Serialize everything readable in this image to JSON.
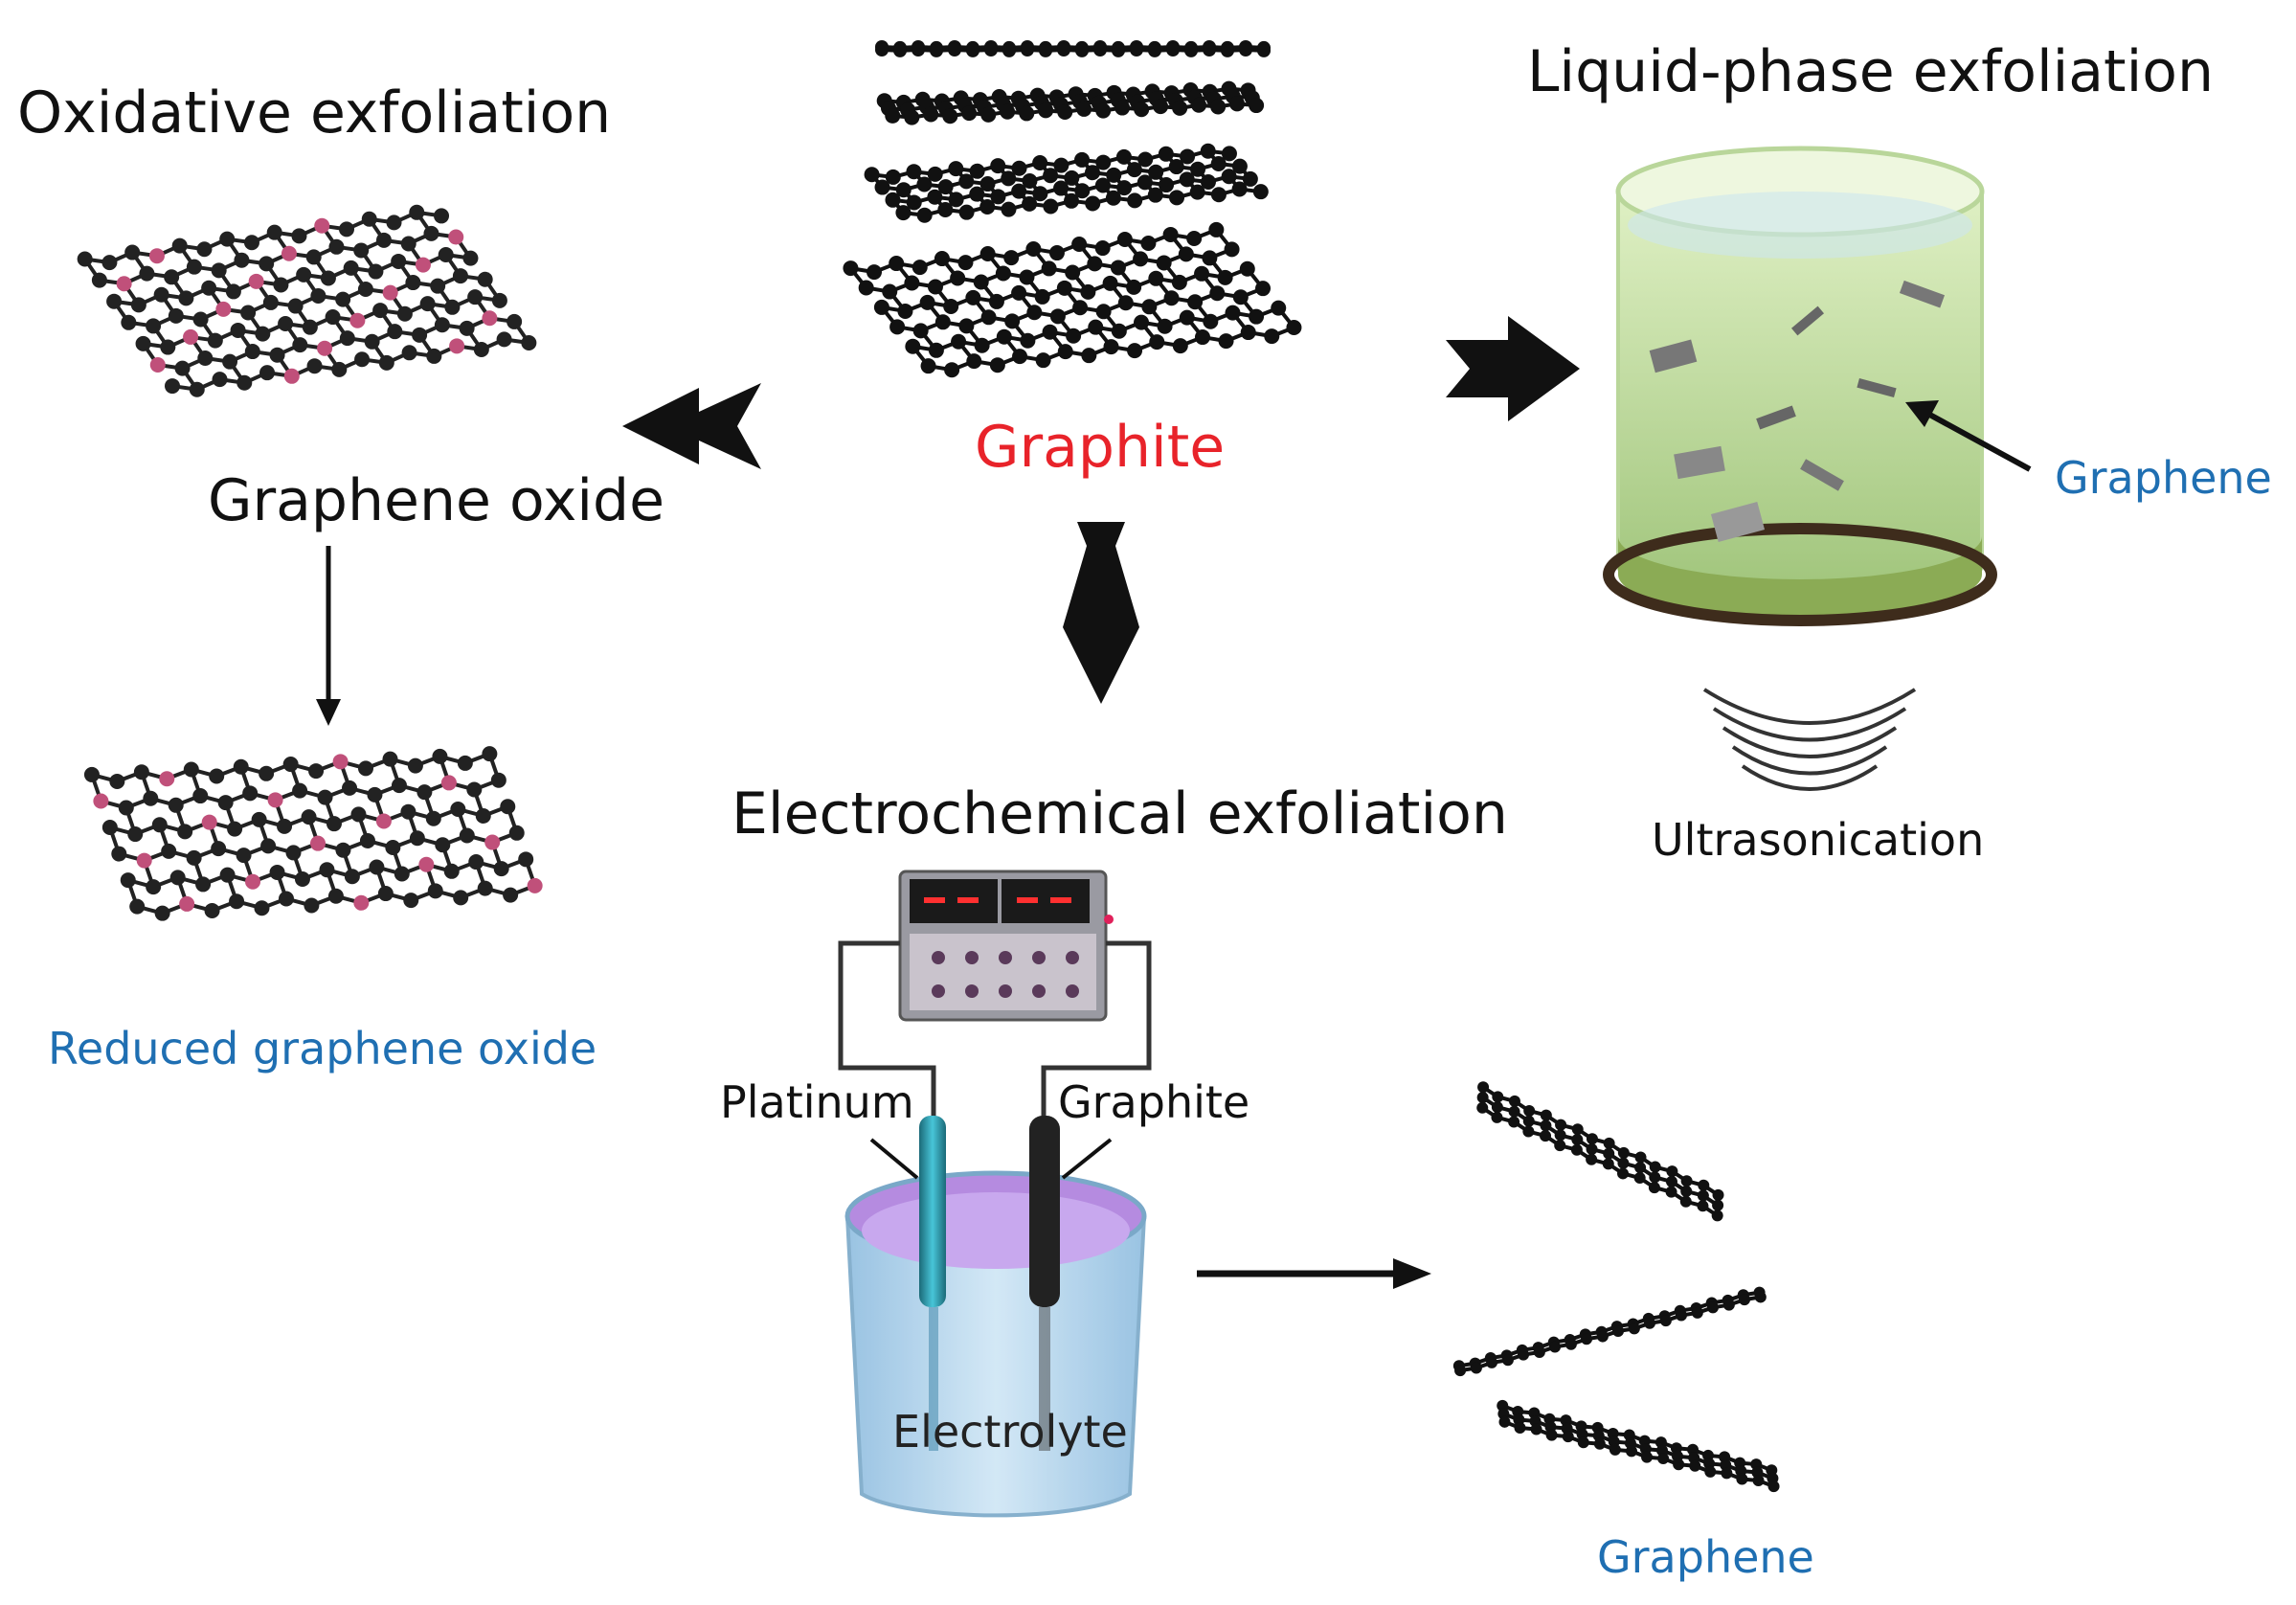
{
  "sections": {
    "oxidative": {
      "title": "Oxidative exfoliation",
      "product": "Graphene oxide",
      "reduced": "Reduced graphene oxide"
    },
    "source": {
      "label": "Graphite"
    },
    "liquid": {
      "title": "Liquid-phase exfoliation",
      "graphene_label": "Graphene",
      "ultrasonication": "Ultrasonication"
    },
    "electrochemical": {
      "title": "Electrochemical exfoliation",
      "platinum": "Platinum",
      "graphite_electrode": "Graphite",
      "electrolyte": "Electrolyte",
      "graphene_label": "Graphene"
    }
  },
  "colors": {
    "text": "#111111",
    "highlight": "#e8232a",
    "product_text": "#1f6fb2",
    "liquid": "#c9e6a2",
    "electrolyte": "#b7a2e0",
    "beaker": "#a9cfe8"
  }
}
